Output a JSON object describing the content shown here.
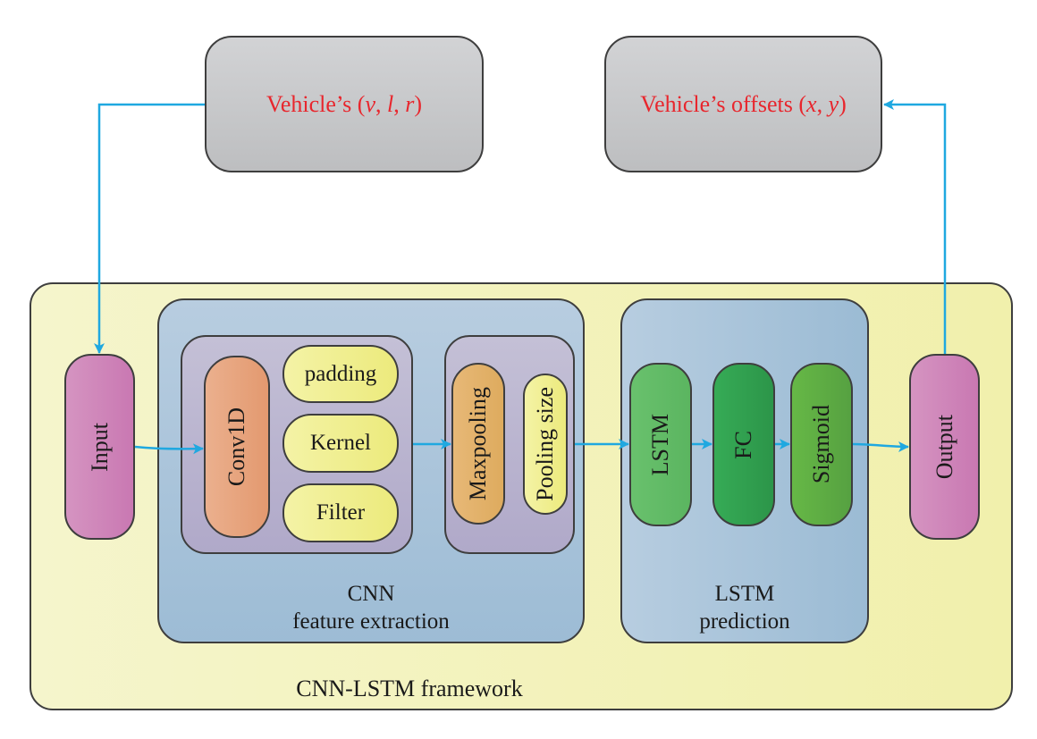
{
  "diagram": {
    "input_source": {
      "prefix": "Vehicle’s (",
      "v": "v",
      "sep1": ", ",
      "l": "l",
      "sep2": ", ",
      "r": "r",
      "suffix": ")"
    },
    "output_target": {
      "prefix": "Vehicle’s offsets (",
      "x": "x",
      "sep": ", ",
      "y": "y",
      "suffix": ")"
    },
    "framework_label": "CNN-LSTM framework",
    "input_node": "Input",
    "output_node": "Output",
    "cnn_panel": {
      "title_line1": "CNN",
      "title_line2": "feature extraction",
      "conv_group": {
        "main": "Conv1D",
        "params": [
          "padding",
          "Kernel",
          "Filter"
        ]
      },
      "pool_group": {
        "main": "Maxpooling",
        "param": "Pooling size"
      }
    },
    "lstm_panel": {
      "title_line1": "LSTM",
      "title_line2": "prediction",
      "layers": [
        "LSTM",
        "FC",
        "Sigmoid"
      ]
    },
    "colors": {
      "arrow": "#1fa8e0",
      "io_text": "#e8262d",
      "framework_bg": "#f3f2b8",
      "panel_bg": "#abc5da",
      "subpanel_bg": "#b9b4cf"
    }
  }
}
